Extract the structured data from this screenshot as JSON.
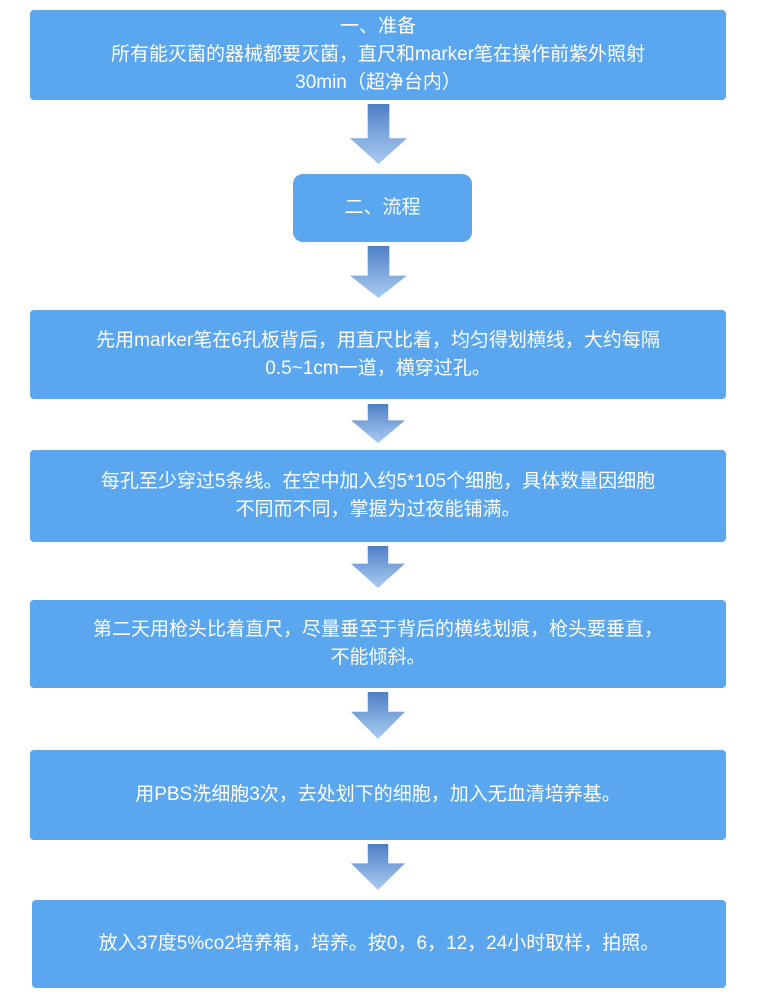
{
  "diagram": {
    "type": "flowchart",
    "colors": {
      "box_fill": "#5aa7ef",
      "box_text": "#ffffff",
      "arrow_gradient_top": "#4e7ec6",
      "arrow_gradient_bottom": "#a7caf1",
      "background": "#ffffff"
    },
    "steps": [
      {
        "id": "prepare",
        "lines": [
          "一、准备",
          "所有能灭菌的器械都要灭菌，直尺和marker笔在操作前紫外照射",
          "30min（超净台内）"
        ]
      },
      {
        "id": "process",
        "lines": [
          "二、流程"
        ]
      },
      {
        "id": "draw-lines",
        "lines": [
          "先用marker笔在6孔板背后，用直尺比着，均匀得划横线，大约每隔",
          "0.5~1cm一道，横穿过孔。"
        ]
      },
      {
        "id": "seed-cells",
        "lines": [
          "每孔至少穿过5条线。在空中加入约5*105个细胞，具体数量因细胞",
          "不同而不同，掌握为过夜能铺满。"
        ]
      },
      {
        "id": "scratch",
        "lines": [
          "第二天用枪头比着直尺，尽量垂至于背后的横线划痕，枪头要垂直，",
          "不能倾斜。"
        ]
      },
      {
        "id": "wash",
        "lines": [
          "用PBS洗细胞3次，去处划下的细胞，加入无血清培养基。"
        ]
      },
      {
        "id": "incubate",
        "lines": [
          "放入37度5%co2培养箱，培养。按0，6，12，24小时取样，拍照。"
        ]
      }
    ]
  }
}
